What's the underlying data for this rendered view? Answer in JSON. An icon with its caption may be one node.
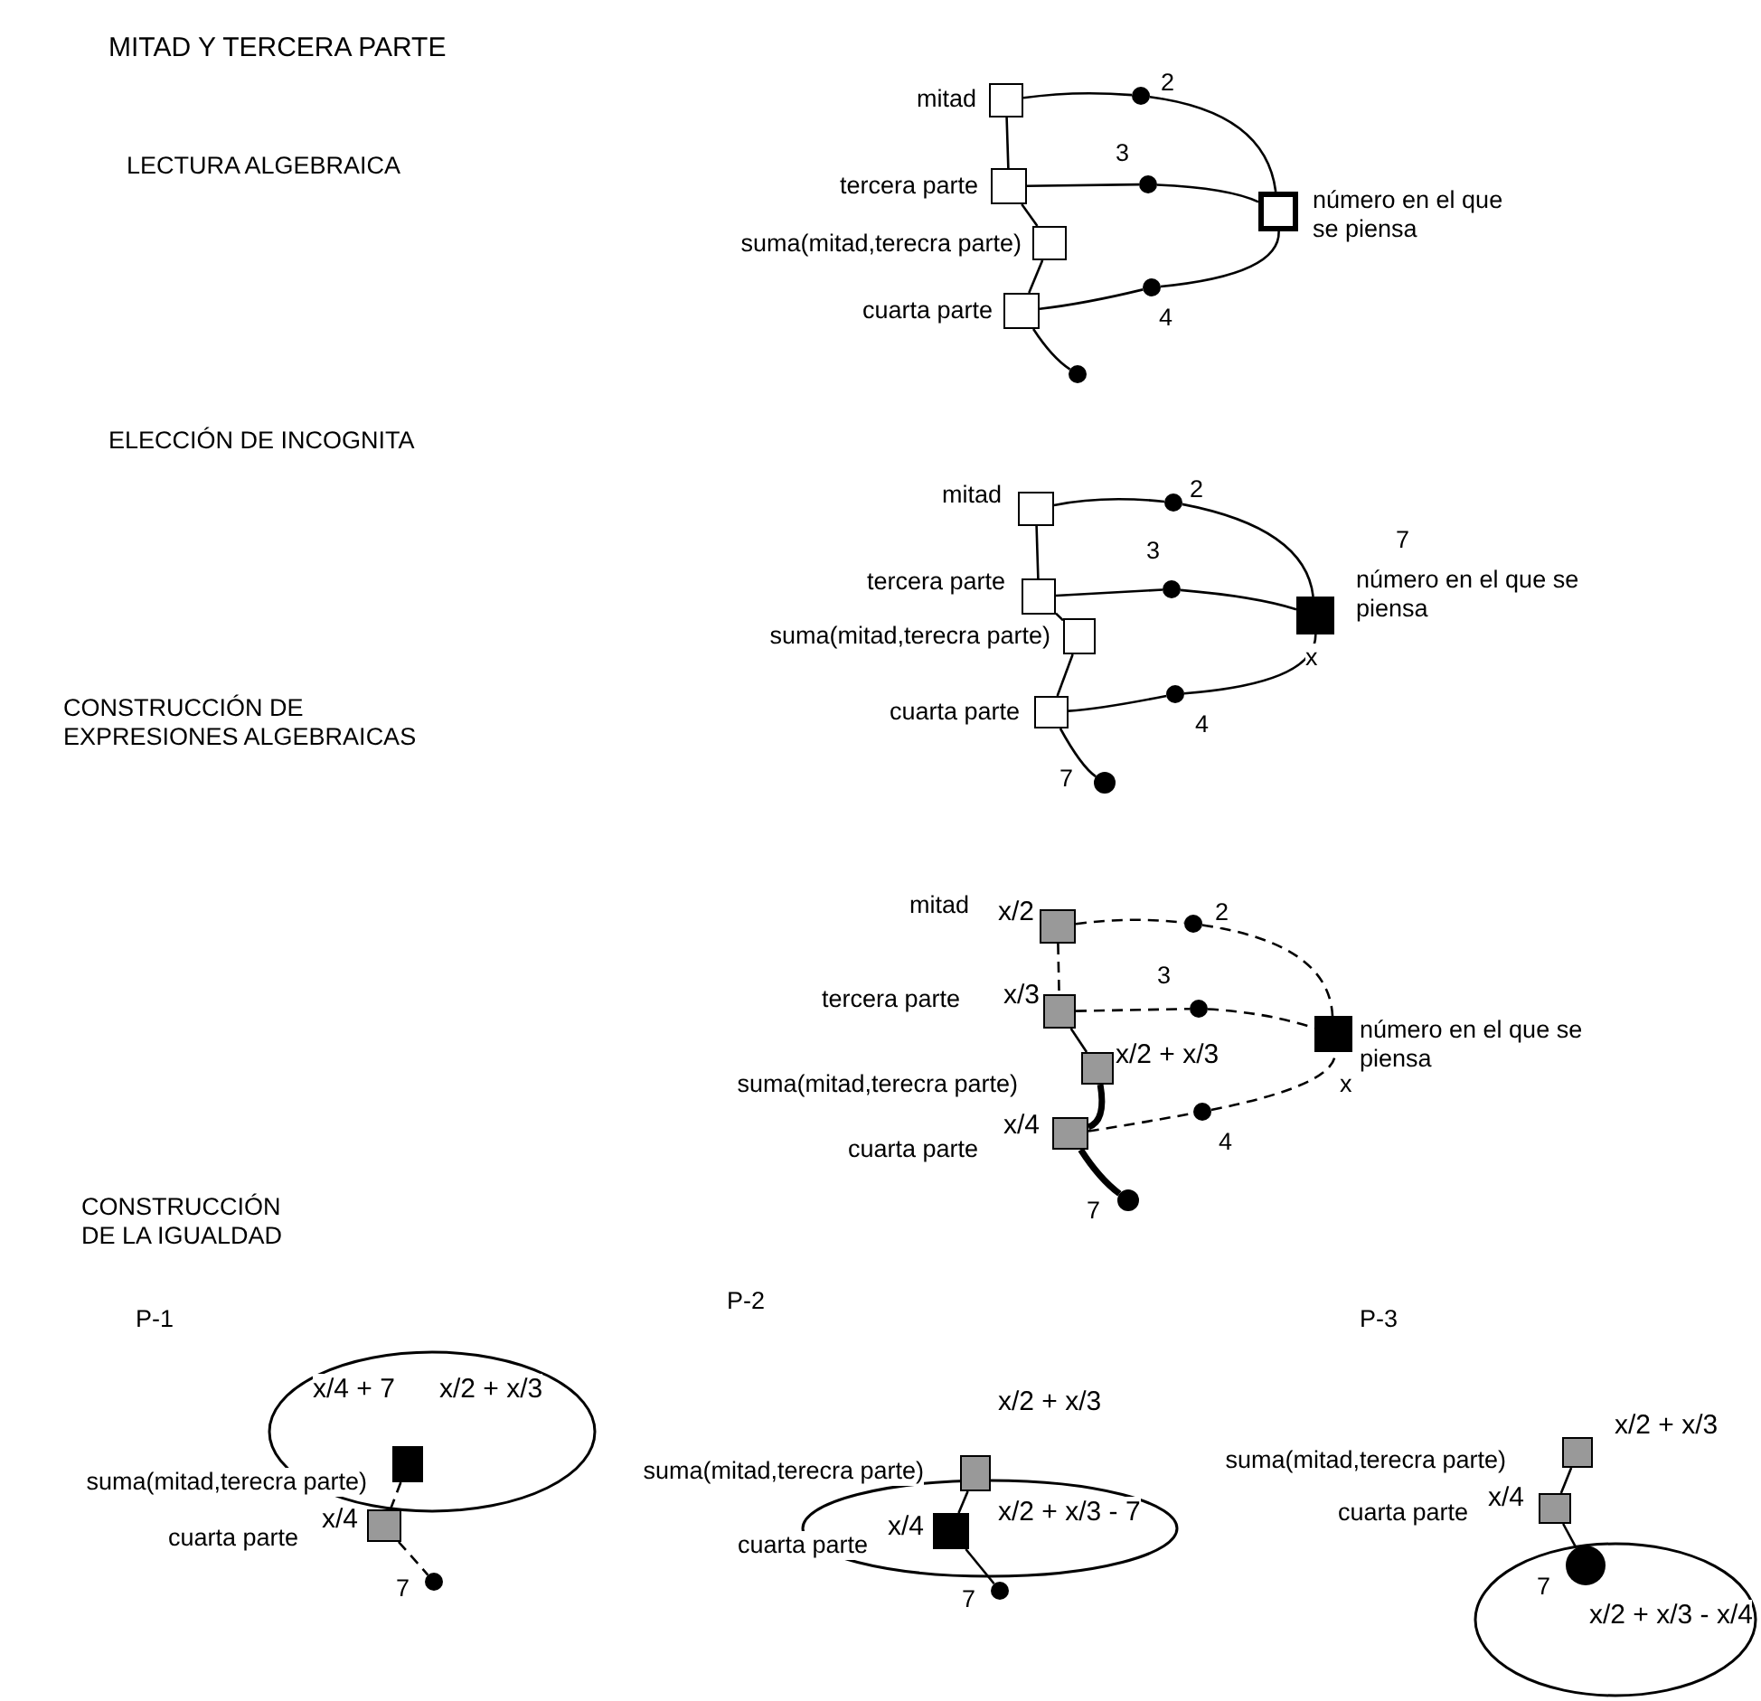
{
  "diagram": {
    "title": "MITAD Y TERCERA PARTE",
    "nodes": [
      {
        "text": [],
        "shape": "box",
        "beside": [
          "mitad"
        ]
      },
      {
        "text": [],
        "shape": "circle",
        "beside": [
          "2"
        ]
      },
      {
        "text": [],
        "shape": "box",
        "beside": [
          "tercera parte"
        ]
      },
      {
        "text": [],
        "shape": "circle",
        "beside": [
          "3"
        ]
      },
      {
        "text": [],
        "shape": "box",
        "beside": [
          "suma(mitad,terecra parte)"
        ]
      },
      {
        "text": [],
        "shape": "box",
        "beside": [
          "cuarta parte"
        ]
      },
      {
        "text": [],
        "shape": "circle",
        "beside": [
          "4"
        ]
      },
      {
        "text": [],
        "shape": "box",
        "beside": [
          "número en el que se piensa"
        ]
      },
      {
        "text": [],
        "shape": "circle"
      },
      {
        "text": [],
        "shape": "box",
        "beside": [
          "mitad"
        ]
      },
      {
        "text": [],
        "shape": "circle",
        "beside": [
          "2"
        ]
      },
      {
        "text": [],
        "shape": "box",
        "beside": [
          "tercera parte"
        ]
      },
      {
        "text": [],
        "shape": "circle",
        "beside": [
          "3"
        ]
      },
      {
        "text": [],
        "shape": "box",
        "beside": [
          "suma(mitad,terecra parte)"
        ]
      },
      {
        "text": [],
        "shape": "box",
        "beside": [
          "cuarta parte"
        ]
      },
      {
        "text": [],
        "shape": "circle",
        "beside": [
          "4"
        ]
      },
      {
        "text": [],
        "shape": "box",
        "beside": [
          "7",
          "número en el que se piensa",
          "x"
        ]
      },
      {
        "text": [],
        "shape": "circle",
        "beside": [
          "7"
        ]
      },
      {
        "text": [],
        "shape": "box",
        "beside": [
          "mitad",
          "x/2"
        ]
      },
      {
        "text": [],
        "shape": "circle",
        "beside": [
          "2"
        ]
      },
      {
        "text": [],
        "shape": "box",
        "beside": [
          "tercera parte",
          "x/3"
        ]
      },
      {
        "text": [],
        "shape": "circle",
        "beside": [
          "3"
        ]
      },
      {
        "text": [],
        "shape": "box",
        "beside": [
          "suma(mitad,terecra parte)",
          "x/2 + x/3"
        ]
      },
      {
        "text": [],
        "shape": "box",
        "beside": [
          "cuarta parte",
          "x/4"
        ]
      },
      {
        "text": [],
        "shape": "circle",
        "beside": [
          "4"
        ]
      },
      {
        "text": [],
        "shape": "box",
        "beside": [
          "número en el que se piensa",
          "x"
        ]
      },
      {
        "text": [],
        "shape": "circle",
        "beside": [
          "7"
        ]
      },
      {
        "text": [
          "x/4 + 7",
          "x/2 + x/3"
        ]
      },
      {
        "text": [],
        "shape": "box",
        "in": 27,
        "beside": [
          "suma(mitad,terecra parte)"
        ]
      },
      {
        "text": [],
        "shape": "box",
        "beside": [
          "cuarta parte",
          "x/4"
        ]
      },
      {
        "text": [],
        "shape": "circle",
        "beside": [
          "7"
        ]
      },
      {
        "text": [],
        "shape": "box",
        "beside": [
          "x/2 + x/3",
          "suma(mitad,terecra parte)"
        ]
      },
      {
        "text": [
          "x/2 + x/3 - 7"
        ]
      },
      {
        "text": [],
        "shape": "box",
        "in": 32,
        "beside": [
          "cuarta parte",
          "x/4"
        ]
      },
      {
        "text": [],
        "shape": "circle",
        "beside": [
          "7"
        ]
      },
      {
        "text": [],
        "shape": "box",
        "beside": [
          "suma(mitad,terecra parte)",
          "x/2 + x/3"
        ]
      },
      {
        "text": [],
        "shape": "box",
        "beside": [
          "cuarta parte",
          "x/4"
        ]
      },
      {
        "text": [
          "x/2 + x/3 - x/4"
        ]
      },
      {
        "text": [],
        "shape": "circle",
        "in": 37,
        "beside": [
          "7"
        ]
      }
    ],
    "edges": [
      {
        "from": 0,
        "to": 1,
        "arrow": "none"
      },
      {
        "from": 1,
        "to": 7,
        "arrow": "none"
      },
      {
        "from": 2,
        "to": 3,
        "arrow": "none"
      },
      {
        "from": 3,
        "to": 7,
        "arrow": "none"
      },
      {
        "from": 5,
        "to": 6,
        "arrow": "none"
      },
      {
        "from": 6,
        "to": 7,
        "arrow": "none"
      },
      {
        "from": 0,
        "to": 2,
        "arrow": "none"
      },
      {
        "from": 2,
        "to": 4,
        "arrow": "none"
      },
      {
        "from": 4,
        "to": 5,
        "arrow": "none"
      },
      {
        "from": 5,
        "to": 8,
        "arrow": "none"
      },
      {
        "from": 9,
        "to": 10,
        "arrow": "none"
      },
      {
        "from": 10,
        "to": 16,
        "arrow": "none"
      },
      {
        "from": 11,
        "to": 12,
        "arrow": "none"
      },
      {
        "from": 12,
        "to": 16,
        "arrow": "none"
      },
      {
        "from": 14,
        "to": 15,
        "arrow": "none"
      },
      {
        "from": 15,
        "to": 16,
        "arrow": "none"
      },
      {
        "from": 9,
        "to": 11,
        "arrow": "none"
      },
      {
        "from": 11,
        "to": 13,
        "arrow": "none"
      },
      {
        "from": 13,
        "to": 14,
        "arrow": "none"
      },
      {
        "from": 14,
        "to": 17,
        "arrow": "none"
      },
      {
        "from": 18,
        "to": 19,
        "arrow": "none",
        "style": "dashed"
      },
      {
        "from": 19,
        "to": 25,
        "arrow": "none",
        "style": "dashed"
      },
      {
        "from": 20,
        "to": 21,
        "arrow": "none",
        "style": "dashed"
      },
      {
        "from": 21,
        "to": 25,
        "arrow": "none",
        "style": "dashed"
      },
      {
        "from": 23,
        "to": 24,
        "arrow": "none",
        "style": "dashed"
      },
      {
        "from": 24,
        "to": 25,
        "arrow": "none",
        "style": "dashed"
      },
      {
        "from": 18,
        "to": 20,
        "arrow": "none",
        "style": "dashed"
      },
      {
        "from": 20,
        "to": 22,
        "arrow": "none"
      },
      {
        "from": 22,
        "to": 23,
        "arrow": "none",
        "style": "thick"
      },
      {
        "from": 23,
        "to": 26,
        "arrow": "none",
        "style": "thick"
      },
      {
        "from": 28,
        "to": 29,
        "arrow": "none",
        "style": "dashed"
      },
      {
        "from": 29,
        "to": 30,
        "arrow": "none",
        "style": "dashed"
      },
      {
        "from": 31,
        "to": 33,
        "arrow": "none"
      },
      {
        "from": 33,
        "to": 34,
        "arrow": "none"
      },
      {
        "from": 35,
        "to": 36,
        "arrow": "none"
      },
      {
        "from": 36,
        "to": 38,
        "arrow": "none"
      }
    ],
    "labels": [
      "LECTURA ALGEBRAICA",
      "ELECCIÓN DE INCOGNITA",
      "CONSTRUCCIÓN DE EXPRESIONES ALGEBRAICAS",
      "CONSTRUCCIÓN DE LA IGUALDAD",
      "P-1",
      "P-2",
      "P-3"
    ]
  }
}
